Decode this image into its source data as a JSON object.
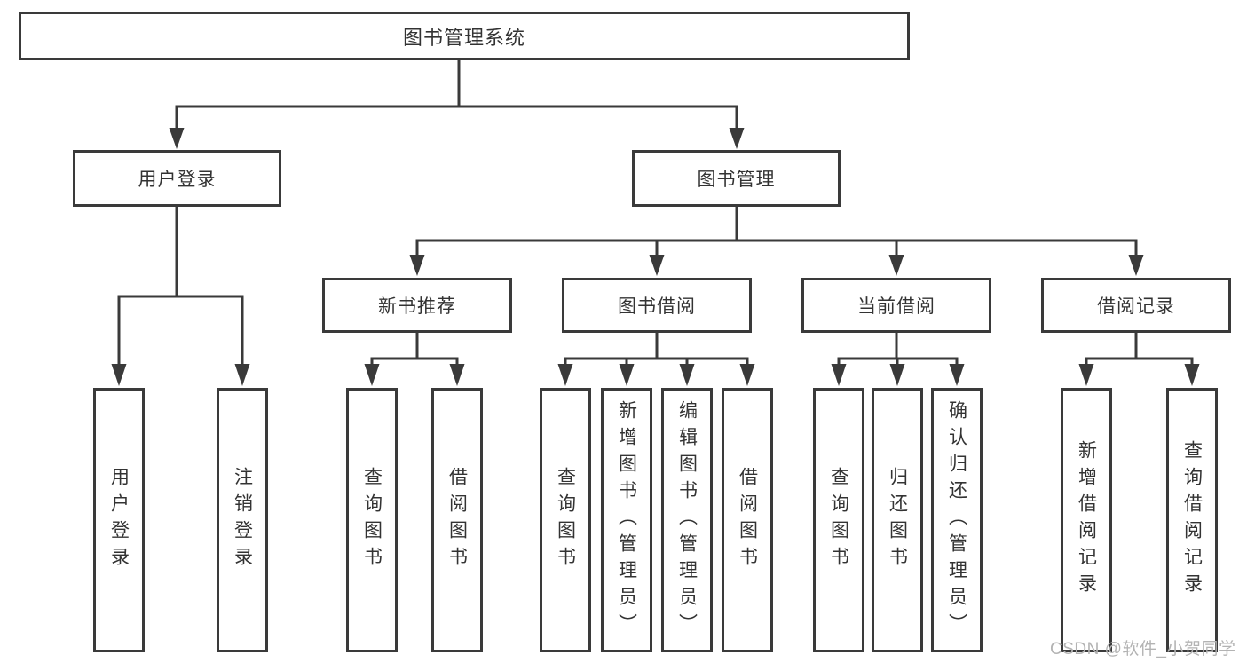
{
  "diagram": {
    "root": {
      "label": "图书管理系统"
    },
    "branches": [
      {
        "label": "用户登录",
        "children": [
          {
            "label": "用户登录"
          },
          {
            "label": "注销登录"
          }
        ]
      },
      {
        "label": "图书管理",
        "children": [
          {
            "label": "新书推荐",
            "children": [
              {
                "label": "查询图书"
              },
              {
                "label": "借阅图书"
              }
            ]
          },
          {
            "label": "图书借阅",
            "children": [
              {
                "label": "查询图书"
              },
              {
                "label": "新增图书（管理员）"
              },
              {
                "label": "编辑图书（管理员）"
              },
              {
                "label": "借阅图书"
              }
            ]
          },
          {
            "label": "当前借阅",
            "children": [
              {
                "label": "查询图书"
              },
              {
                "label": "归还图书"
              },
              {
                "label": "确认归还（管理员）"
              }
            ]
          },
          {
            "label": "借阅记录",
            "children": [
              {
                "label": "新增借阅记录"
              },
              {
                "label": "查询借阅记录"
              }
            ]
          }
        ]
      }
    ]
  },
  "watermark": {
    "text": "CSDN @软件_小贺同学"
  },
  "colors": {
    "line": "#3a3a3a",
    "box_border": "#3a3a3a",
    "text": "#333333",
    "watermark": "#b3b3b3",
    "background": "#ffffff"
  }
}
